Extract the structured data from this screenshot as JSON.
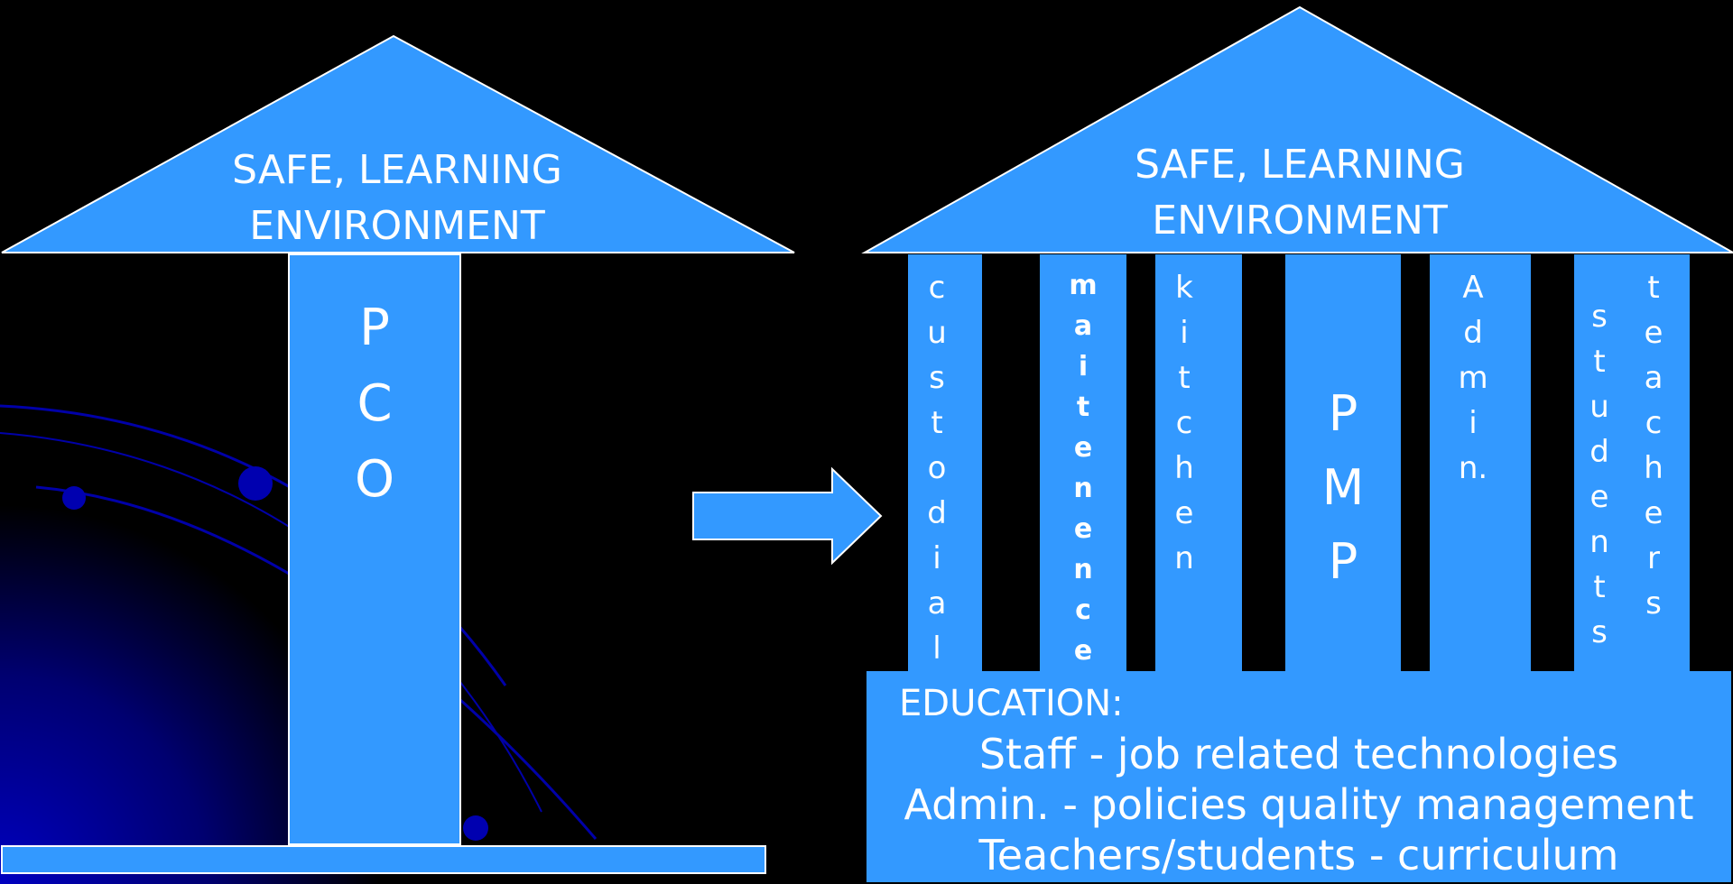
{
  "colors": {
    "accent": "#3399ff",
    "background": "#000000",
    "text": "#ffffff",
    "decoration": "#0000a8"
  },
  "left_house": {
    "roof_label": [
      "SAFE, LEARNING",
      "ENVIRONMENT"
    ],
    "pillar_label": "P\nC\nO"
  },
  "arrow": {
    "icon": "right-arrow-icon"
  },
  "right_house": {
    "roof_label": [
      "SAFE, LEARNING",
      "ENVIRONMENT"
    ],
    "pillars": [
      {
        "label": "c\nu\ns\nt\no\nd\ni\na\nl"
      },
      {
        "label": "m\na\ni\nt\ne\nn\ne\nn\nc\ne"
      },
      {
        "label": "k\ni\nt\nc\nh\ne\nn"
      },
      {
        "label": "P\nM\nP"
      },
      {
        "label": "A\nd\nm\ni\nn."
      },
      {
        "label": "s\nt\nu\nd\ne\nn\nt\ns"
      },
      {
        "label": "t\ne\na\nc\nh\ne\nr\ns"
      }
    ],
    "base": {
      "title": "EDUCATION:",
      "lines": [
        "Staff - job related technologies",
        "Admin. - policies quality management",
        "Teachers/students - curriculum"
      ]
    }
  }
}
